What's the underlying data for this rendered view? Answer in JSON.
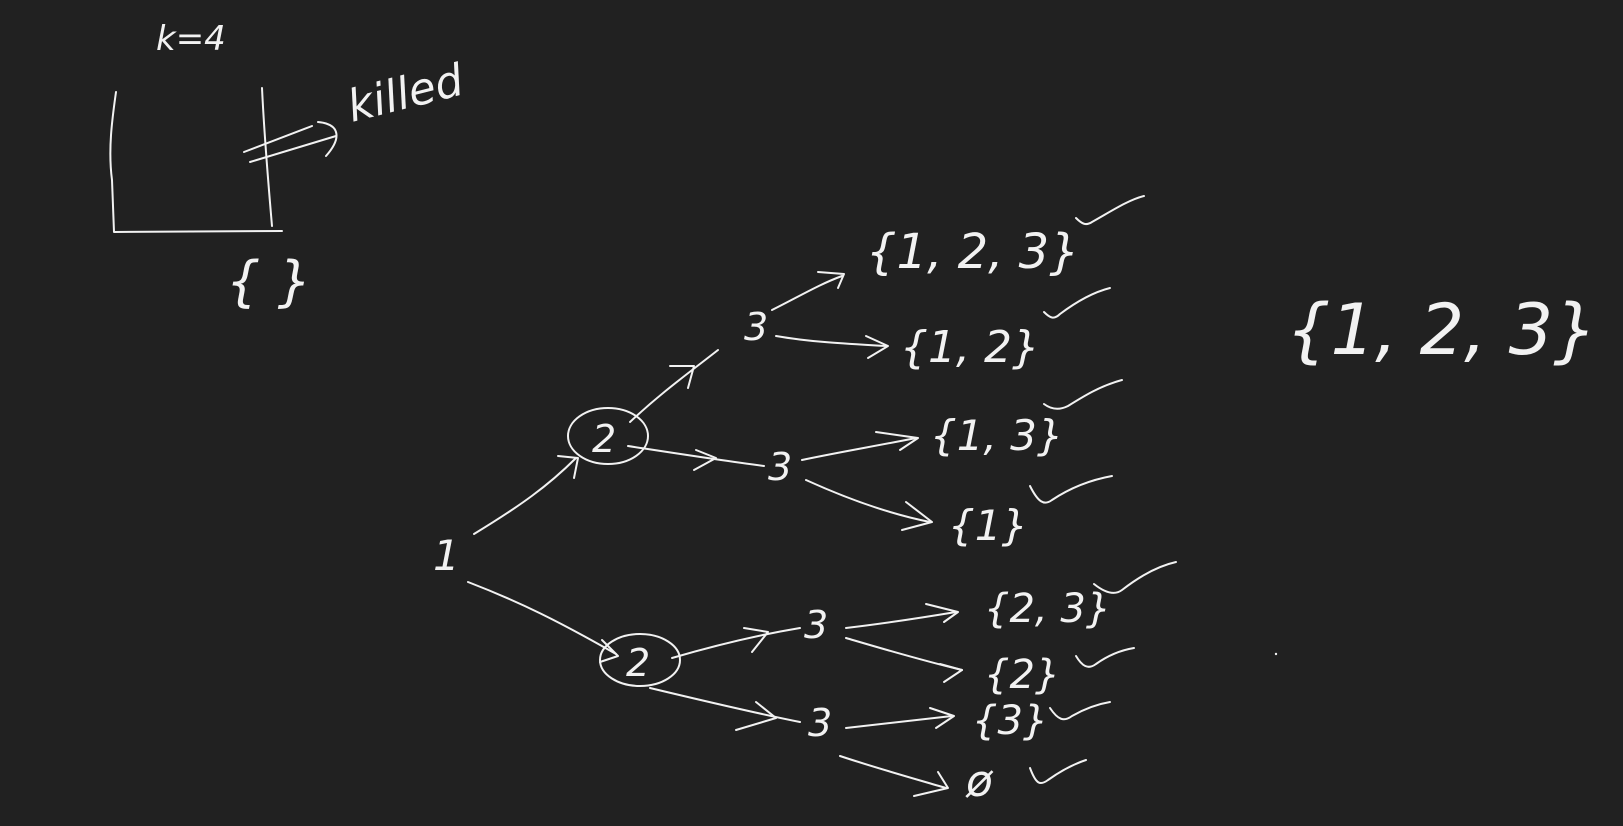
{
  "board": {
    "k_label": "k=4",
    "killed_label": "killed",
    "empty_set": "{ }",
    "full_set": "{1, 2, 3}",
    "tree": {
      "root": "1",
      "level1": [
        {
          "label": "2",
          "circled": true
        },
        {
          "label": "2",
          "circled": true
        }
      ],
      "level2": [
        "3",
        "3",
        "3",
        "3"
      ],
      "subsets": [
        "{1, 2, 3}",
        "{1, 2}",
        "{1, 3}",
        "{1}",
        "{2, 3}",
        "{2}",
        "{3}",
        "ø"
      ],
      "check_mark": "✓"
    },
    "colors": {
      "background": "#212121",
      "ink": "#f2f2f2"
    }
  }
}
